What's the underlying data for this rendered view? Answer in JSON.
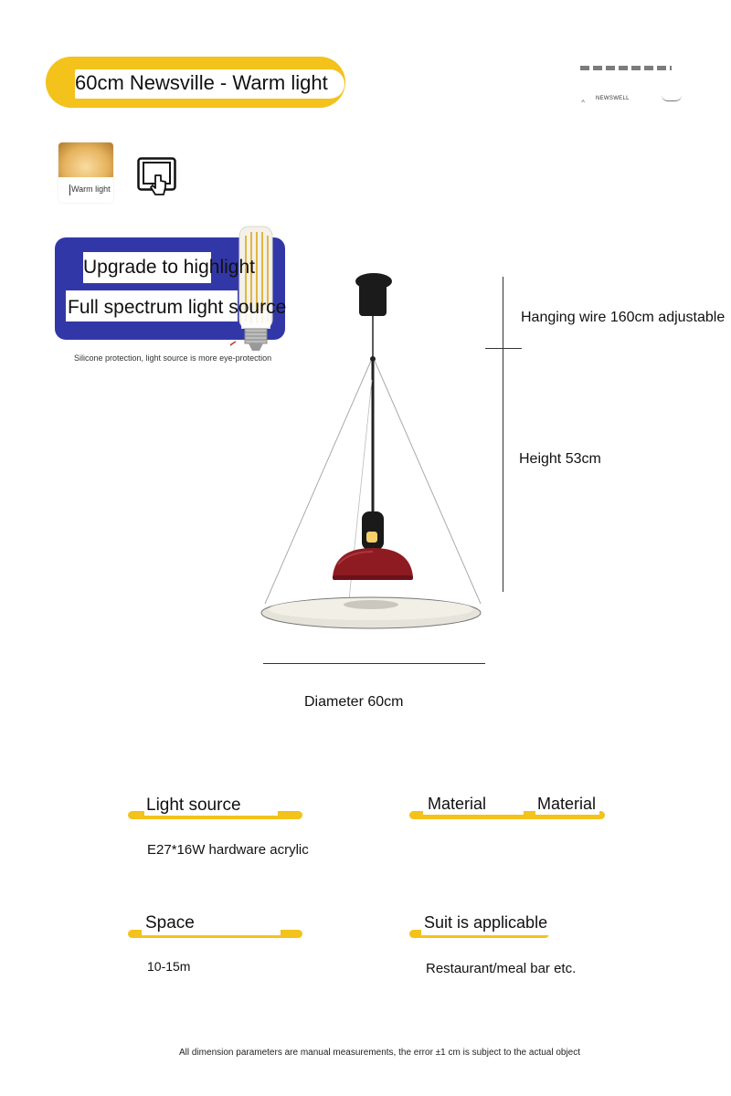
{
  "title": "60cm Newsville - Warm light",
  "brand": "NEWSWELL",
  "warm_light_label": "Warm light",
  "banner": {
    "line1": "Upgrade to highlight",
    "line2": "Full spectrum light source",
    "note": "Silicone protection, light source is more eye-protection"
  },
  "dimensions": {
    "hanging_wire": "Hanging wire 160cm adjustable",
    "height": "Height 53cm",
    "diameter": "Diameter 60cm"
  },
  "specs": {
    "light_source": {
      "label": "Light source",
      "value": "E27*16W hardware   acrylic"
    },
    "material_left": {
      "label": "Material"
    },
    "material_right": {
      "label": "Material"
    },
    "space": {
      "label": "Space",
      "value": "10-15m"
    },
    "suit": {
      "label": "Suit is applicable",
      "value": "Restaurant/meal bar etc."
    }
  },
  "footnote": "All dimension parameters are manual measurements, the error ±1 cm is subject to the actual object",
  "colors": {
    "accent_yellow": "#f3c21b",
    "banner_blue": "#3237a8",
    "lamp_red": "#8e1b22",
    "bulb_light": "#f5cf6a"
  },
  "icons": [
    "warm-light-swatch",
    "switch-icon",
    "led-bulb-icon",
    "pendant-lamp"
  ]
}
